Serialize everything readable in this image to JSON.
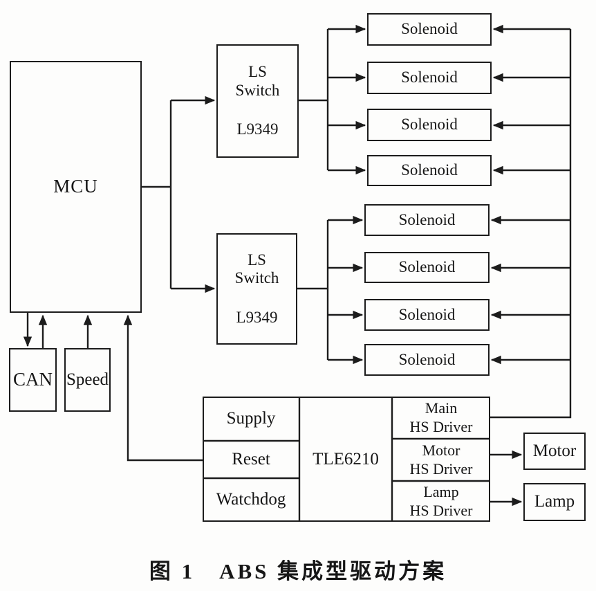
{
  "diagram": {
    "colors": {
      "ink": "#1c1c1c",
      "background": "#fdfdfc"
    },
    "blocks": {
      "mcu": {
        "label": "MCU"
      },
      "can": {
        "label": "CAN"
      },
      "speed": {
        "label": "Speed"
      },
      "ls_switch_1": {
        "line1": "LS",
        "line2": "Switch",
        "part": "L9349"
      },
      "ls_switch_2": {
        "line1": "LS",
        "line2": "Switch",
        "part": "L9349"
      },
      "solenoid": {
        "label": "Solenoid"
      },
      "supply": {
        "label": "Supply"
      },
      "reset": {
        "label": "Reset"
      },
      "watchdog": {
        "label": "Watchdog"
      },
      "tle6210": {
        "label": "TLE6210"
      },
      "main_hs_driver": {
        "line1": "Main",
        "line2": "HS Driver"
      },
      "motor_hs_driver": {
        "line1": "Motor",
        "line2": "HS Driver"
      },
      "lamp_hs_driver": {
        "line1": "Lamp",
        "line2": "HS Driver"
      },
      "motor": {
        "label": "Motor"
      },
      "lamp": {
        "label": "Lamp"
      }
    },
    "caption": "图 1　ABS 集成型驱动方案"
  }
}
